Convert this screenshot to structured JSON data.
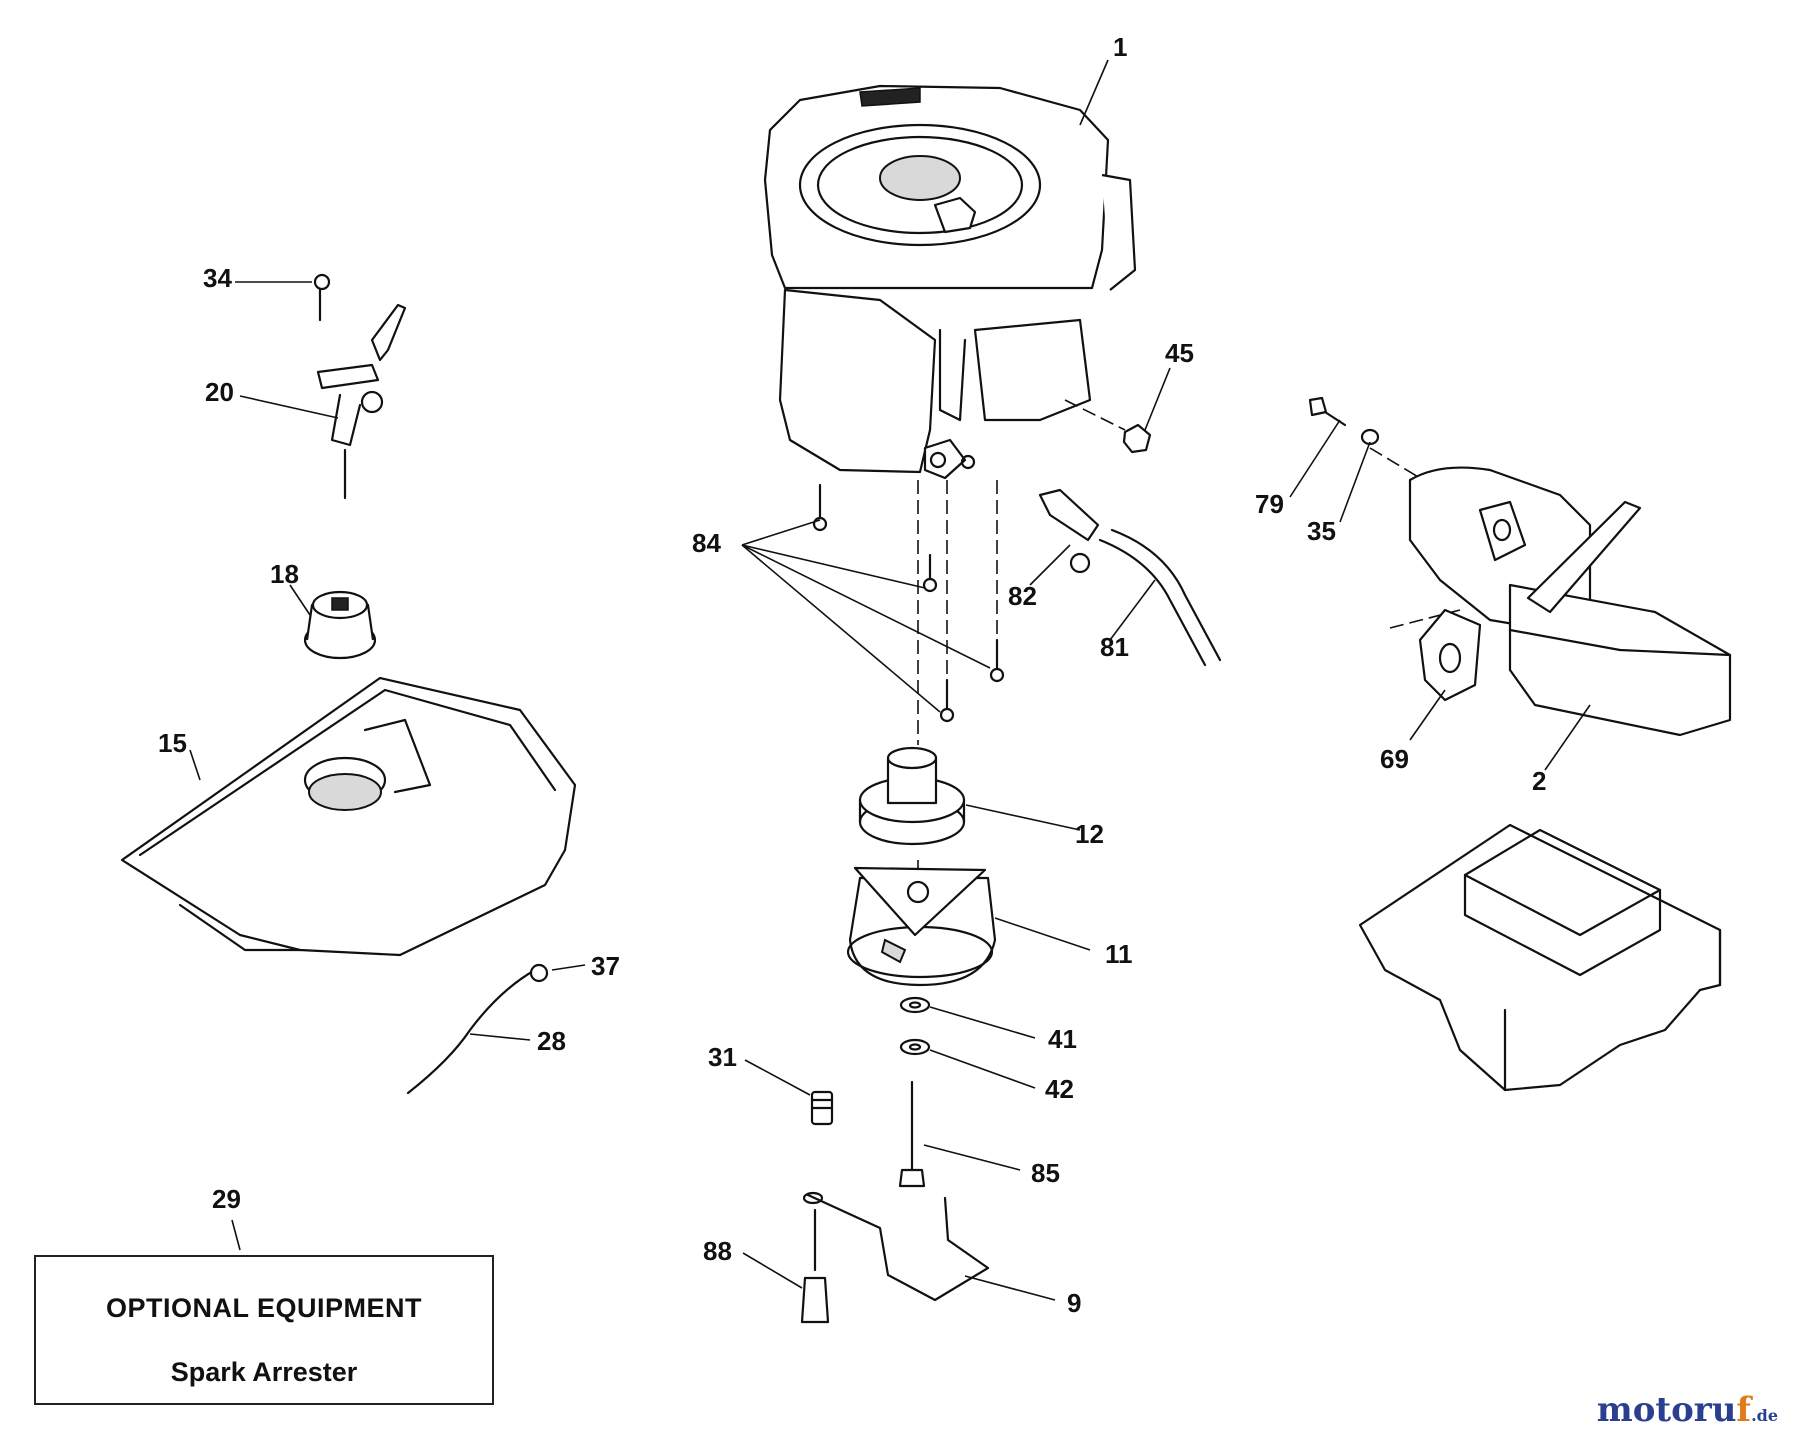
{
  "callouts": {
    "c1": "1",
    "c2": "2",
    "c9": "9",
    "c11": "11",
    "c12": "12",
    "c15": "15",
    "c18": "18",
    "c20": "20",
    "c28": "28",
    "c29": "29",
    "c31": "31",
    "c34": "34",
    "c35": "35",
    "c37": "37",
    "c41": "41",
    "c42": "42",
    "c45": "45",
    "c69": "69",
    "c79": "79",
    "c81": "81",
    "c82": "82",
    "c84": "84",
    "c85": "85",
    "c88": "88"
  },
  "optional_box": {
    "title": "OPTIONAL EQUIPMENT",
    "item": "Spark Arrester"
  },
  "watermark": {
    "main": "motoru",
    "accent": "f",
    "suffix": ".de"
  },
  "colors": {
    "line": "#111111",
    "watermark_blue": "#2a3f8f",
    "watermark_orange": "#e07a1a"
  }
}
